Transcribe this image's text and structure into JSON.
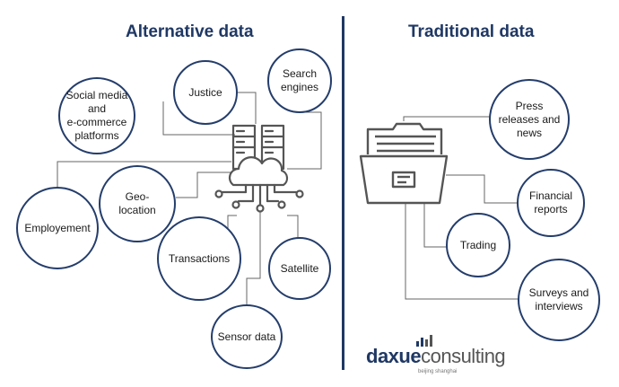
{
  "titles": {
    "left": "Alternative data",
    "right": "Traditional data"
  },
  "alternative": {
    "social_media": "Social media\nand\ne-commerce\nplatforms",
    "justice": "Justice",
    "search_engines": "Search\nengines",
    "geo_location": "Geo-\nlocation",
    "employment": "Employement",
    "transactions": "Transactions",
    "satellite": "Satellite",
    "sensor_data": "Sensor data"
  },
  "traditional": {
    "press": "Press\nreleases and\nnews",
    "financial": "Financial\nreports",
    "trading": "Trading",
    "surveys": "Surveys and\ninterviews"
  },
  "logo": {
    "daxue": "daxue",
    "consulting": "consulting",
    "subtitle": "beijing shanghai"
  },
  "colors": {
    "accent": "#1f3864",
    "bubble_border": "#243d6b",
    "icon": "#555555"
  },
  "icons": {
    "server": "server-cloud-icon",
    "folder": "file-folder-icon",
    "logo_bars": "bar-chart-icon"
  }
}
